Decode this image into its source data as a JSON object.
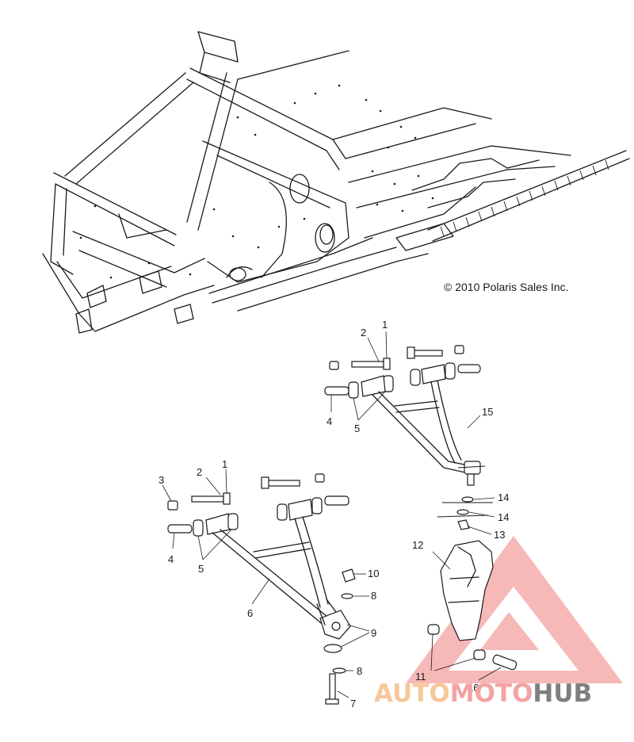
{
  "copyright": "© 2010 Polaris Sales Inc.",
  "watermark": {
    "part1": "AUTO",
    "part2": "MOTO",
    "part3": "HUB",
    "colors": {
      "part1": "#f7c79a",
      "part2": "#f2a3a3",
      "part3": "#7f7f7f",
      "triangle": "#f08080"
    }
  },
  "callouts": [
    {
      "id": "c1a",
      "text": "1"
    },
    {
      "id": "c2a",
      "text": "2"
    },
    {
      "id": "c4a",
      "text": "4"
    },
    {
      "id": "c5a",
      "text": "5"
    },
    {
      "id": "c15",
      "text": "15"
    },
    {
      "id": "c1b",
      "text": "1"
    },
    {
      "id": "c2b",
      "text": "2"
    },
    {
      "id": "c3",
      "text": "3"
    },
    {
      "id": "c4b",
      "text": "4"
    },
    {
      "id": "c5b",
      "text": "5"
    },
    {
      "id": "c6",
      "text": "6"
    },
    {
      "id": "c7",
      "text": "7"
    },
    {
      "id": "c8a",
      "text": "8"
    },
    {
      "id": "c8b",
      "text": "8"
    },
    {
      "id": "c9",
      "text": "9"
    },
    {
      "id": "c10",
      "text": "10"
    },
    {
      "id": "c11",
      "text": "11"
    },
    {
      "id": "c12",
      "text": "12"
    },
    {
      "id": "c13",
      "text": "13"
    },
    {
      "id": "c14a",
      "text": "14"
    },
    {
      "id": "c14b",
      "text": "14"
    },
    {
      "id": "c16",
      "text": "16"
    }
  ]
}
